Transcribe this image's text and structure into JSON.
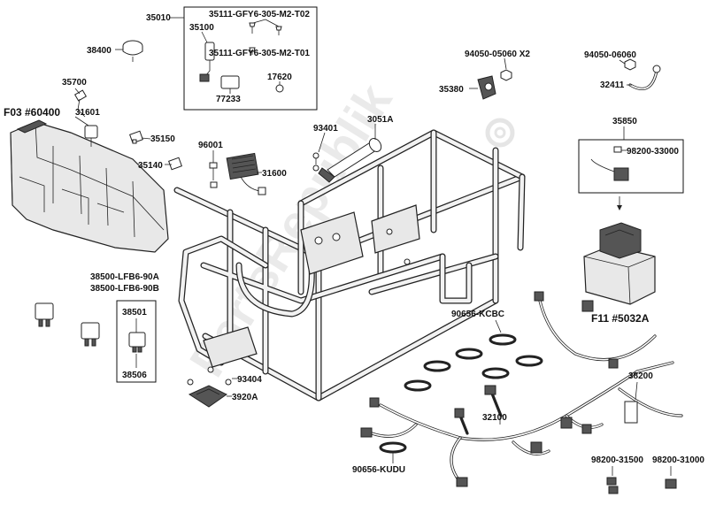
{
  "labels": {
    "l35010": "35010",
    "l35111_t02": "35111-GFY6-305-M2-T02",
    "l35100": "35100",
    "l35111_t01": "35111-GFY6-305-M2-T01",
    "l38400": "38400",
    "l77233": "77233",
    "l17620": "17620",
    "l35700": "35700",
    "lF03": "F03 #60400",
    "l31601": "31601",
    "l35150": "35150",
    "l35140": "35140",
    "l96001": "96001",
    "l31600": "31600",
    "l93401": "93401",
    "l3051A": "3051A",
    "l94050_05060": "94050-05060 X2",
    "l35380": "35380",
    "l94050_06060": "94050-06060",
    "l32411": "32411",
    "l35850": "35850",
    "l98200_33000": "98200-33000",
    "l38500_90A": "38500-LFB6-90A",
    "l38500_90B": "38500-LFB6-90B",
    "l38501": "38501",
    "l38506": "38506",
    "l93404": "93404",
    "l3920A": "3920A",
    "l90656_KCBC": "90656-KCBC",
    "lF11": "F11 #5032A",
    "l38200": "38200",
    "l32100": "32100",
    "l90656_KUDU": "90656-KUDU",
    "l98200_31500": "98200-31500",
    "l98200_31000": "98200-31000"
  },
  "watermark": "PartsRepublik",
  "colors": {
    "line": "#222222",
    "background": "#ffffff"
  }
}
